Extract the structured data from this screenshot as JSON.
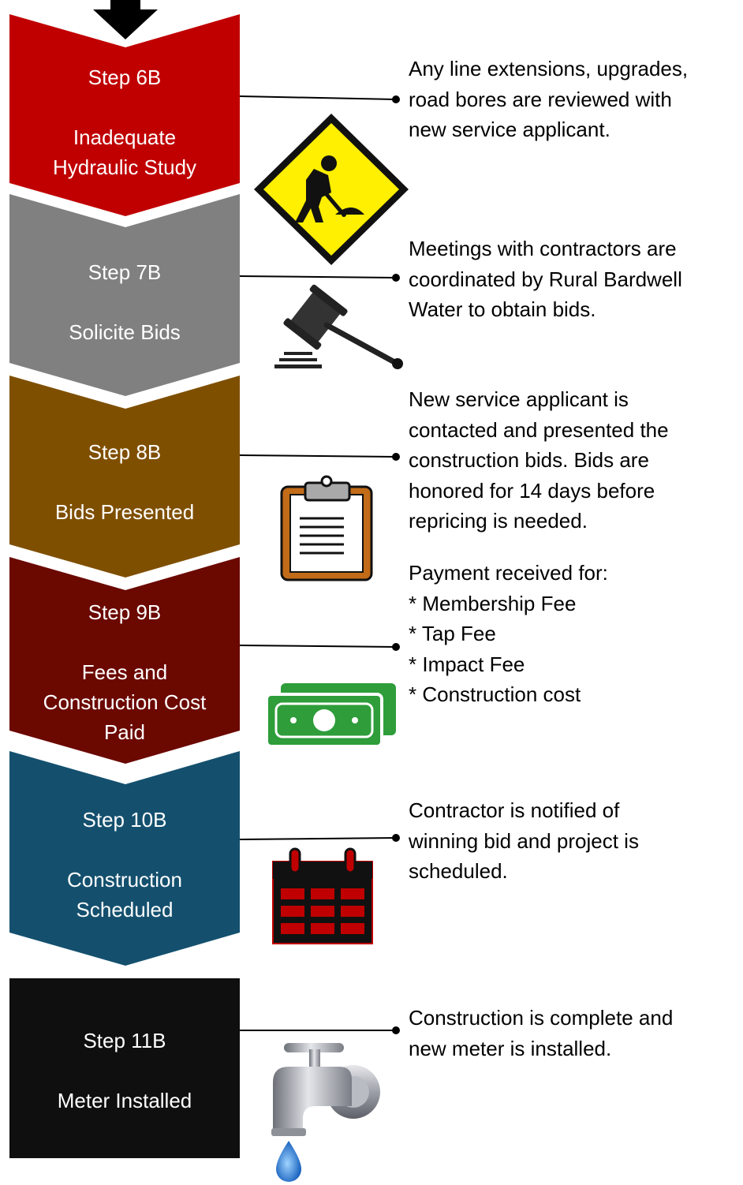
{
  "colors": {
    "step_6b": "#C00000",
    "step_7b": "#808080",
    "step_8b": "#7F4F00",
    "step_9b": "#6B0800",
    "step_10b": "#14506E",
    "step_11b": "#0F0F0F",
    "connector": "#000000"
  },
  "steps": [
    {
      "step": "Step 6B",
      "title": "Inadequate\nHydraulic Study",
      "icon": "construction-worker-sign-icon",
      "description": "Any line extensions, upgrades,\nroad bores are reviewed with\nnew service applicant."
    },
    {
      "step": "Step 7B",
      "title": "Solicite Bids",
      "icon": "gavel-icon",
      "description": " Meetings with contractors are\ncoordinated by Rural Bardwell\nWater to obtain bids."
    },
    {
      "step": "Step 8B",
      "title": "Bids Presented",
      "icon": "clipboard-icon",
      "description": "New service applicant is\ncontacted and presented the\nconstruction bids.  Bids are\nhonored for 14 days before\nrepricing is needed."
    },
    {
      "step": "Step 9B",
      "title": "Fees and\nConstruction Cost\nPaid",
      "icon": "money-bills-icon",
      "description": "Payment received for:\n* Membership Fee\n* Tap Fee\n* Impact Fee\n* Construction cost"
    },
    {
      "step": "Step 10B",
      "title": "Construction\nScheduled",
      "icon": "calendar-icon",
      "description": " Contractor is notified of\nwinning bid and project is\nscheduled."
    },
    {
      "step": "Step 11B",
      "title": "Meter Installed",
      "icon": "water-faucet-icon",
      "description": "Construction is complete and\nnew meter is installed."
    }
  ]
}
